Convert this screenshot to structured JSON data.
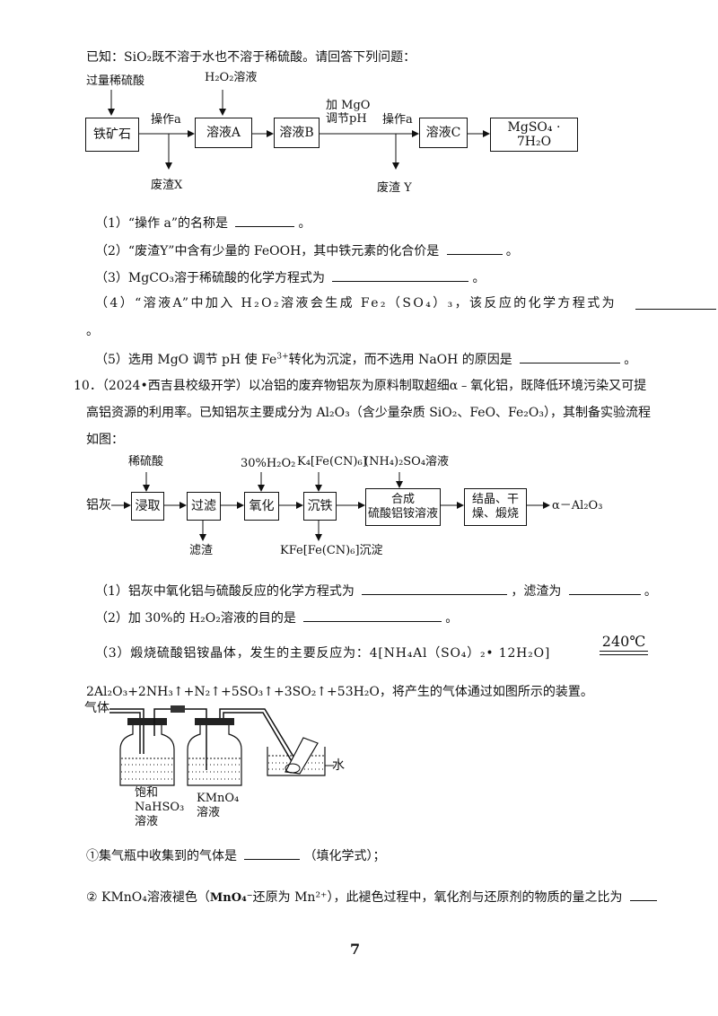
{
  "intro": {
    "text": "已知：SiO₂既不溶于水也不溶于稀硫酸。请回答下列问题："
  },
  "flow1": {
    "reagent_acid": "过量稀硫酸",
    "reagent_h2o2": "H₂O₂溶液",
    "reagent_mgo_1": "加 MgO",
    "reagent_mgo_2": "调节pH",
    "op_a1": "操作a",
    "op_a2": "操作a",
    "box_ore": "铁矿石",
    "box_a": "溶液A",
    "box_b": "溶液B",
    "box_c": "溶液C",
    "box_product": "MgSO₄ · 7H₂O",
    "waste_x": "废渣X",
    "waste_y": "废渣 Y"
  },
  "q9": {
    "q1": "（1）“操作 a”的名称是",
    "q1_end": "。",
    "q2": "（2）“废渣Y”中含有少量的 FeOOH，其中铁元素的化合价是",
    "q2_end": "。",
    "q3": "（3）MgCO₃溶于稀硫酸的化学方程式为",
    "q3_end": "。",
    "q4": "（4）“溶液A”中加入 H₂O₂溶液会生成 Fe₂（SO₄）₃，该反应的化学方程式为",
    "q4_end": "。",
    "q5_a": "（5）选用 MgO 调节 pH 使 Fe",
    "q5_sup": "3+",
    "q5_b": "转化为沉淀，而不选用 NaOH 的原因是",
    "q5_end": "。"
  },
  "q10": {
    "line1": "10．（2024•西吉县校级开学）以冶铝的废弃物铝灰为原料制取超细α﹣氧化铝，既降低环境污染又可提",
    "line2": "高铝资源的利用率。已知铝灰主要成分为 Al₂O₃（含少量杂质 SiO₂、FeO、Fe₂O₃），其制备实验流程",
    "line3": "如图：",
    "flow": {
      "reagent_acid": "稀硫酸",
      "reagent_h2o2": "30%H₂O₂",
      "reagent_k4": "K₄[Fe(CN)₆]",
      "reagent_nh4": "(NH₄)₂SO₄溶液",
      "start": "铝灰",
      "box_leach": "浸取",
      "box_filter": "过滤",
      "box_oxidize": "氧化",
      "box_iron": "沉铁",
      "box_synth_1": "合成",
      "box_synth_2": "硫酸铝铵溶液",
      "box_cryst_1": "结晶、干",
      "box_cryst_2": "燥、煅烧",
      "product": "α－Al₂O₃",
      "residue": "滤渣",
      "precipitate": "KFe[Fe(CN)₆]沉淀"
    },
    "q1": "（1）铝灰中氧化铝与硫酸反应的化学方程式为",
    "q1_mid": "，滤渣为",
    "q1_end": "。",
    "q2": "（2）加 30%的 H₂O₂溶液的目的是",
    "q2_end": "。",
    "q3_a": "（3）煅烧硫酸铝铵晶体，发生的主要反应为：4[NH₄Al（SO₄）₂• 12H₂O]",
    "q3_condition": "240℃",
    "q3_b": "2Al₂O₃+2NH₃↑+N₂↑+5SO₃↑+3SO₂↑+53H₂O，将产生的气体通过如图所示的装置。",
    "apparatus": {
      "gas_in": "气体",
      "water": "水",
      "bottle1_1": "饱和",
      "bottle1_2": "NaHSO₃",
      "bottle1_3": "溶液",
      "bottle2_1": "KMnO₄",
      "bottle2_2": "溶液"
    },
    "s1": "①集气瓶中收集到的气体是",
    "s1_end": "（填化学式）；",
    "s2_a": "② KMnO₄溶液褪色（",
    "s2_ion": "MnO₄⁻",
    "s2_b": "还原为 Mn²⁺），此褪色过程中，氧化剂与还原剂的物质的量之比为"
  },
  "page_number": "7"
}
